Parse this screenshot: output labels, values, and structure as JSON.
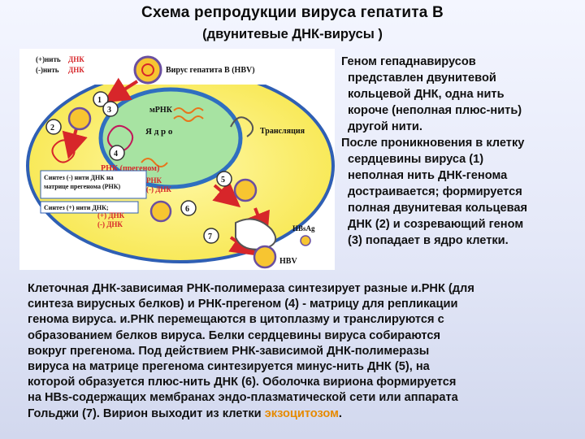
{
  "title": "Схема репродукции вируса гепатита В",
  "subtitle": "(двунитевые ДНК-вирусы )",
  "figure": {
    "plus_strand": "(+)нить",
    "minus_strand": "(-)нить",
    "dna": "ДНК",
    "virus_label": "Вирус гепатита В (HBV)",
    "mrna": "мРНК",
    "nucleus": "Я д р о",
    "translation": "Трансляция",
    "rna_pregenome": "РНК (прегеном)",
    "rna": "РНК",
    "minus_dna": "(-) ДНК",
    "synth_minus_1": "Синтез (-) нити ДНК на",
    "synth_minus_2": "матрице прегенома (РНК)",
    "synth_plus": "Синтез (+) нити ДНК;",
    "plus_dna": "(+) ДНК",
    "minus_dna2": "(-) ДНК",
    "hbsag": "HBsAg",
    "hbv": "HBV",
    "n1": "1",
    "n2": "2",
    "n3": "3",
    "n4": "4",
    "n5": "5",
    "n6": "6",
    "n7": "7"
  },
  "right_text": {
    "p1_lines": [
      "Геном гепаднавирусов",
      "представлен двунитевой",
      "кольцевой ДНК, одна нить",
      "короче (неполная плюс-нить)",
      "другой нити."
    ],
    "p2_lines": [
      "После проникновения в клетку",
      "сердцевины вируса (1)",
      "неполная нить ДНК-генома",
      "достраивается; формируется",
      "полная двунитевая кольцевая",
      "ДНК (2) и созревающий геном",
      "(3) попадает в ядро клетки."
    ]
  },
  "bottom_text": {
    "lines": [
      "Клеточная ДНК-зависимая РНК-полимераза синтезирует разные и.РНК (для",
      "синтеза вирусных белков) и РНК-прегеном (4) - матрицу для репликации",
      "генома вируса. и.РНК перемещаются в цитоплазму и транслируются с",
      "образованием белков вируса. Белки сердцевины вируса собираются",
      "вокруг прегенома.  Под действием РНК-зависимой ДНК-полимеразы",
      "вируса на матрице прегенома синтезируется минус-нить ДНК (5), на",
      "которой образуется плюс-нить ДНК (6). Оболочка вириона формируется",
      "на HBs-содержащих мембранах эндо-плазматической сети или аппарата"
    ],
    "last_line_start": "Гольджи (7). Вирион выходит из клетки  ",
    "last_line_highlight": "экзоцитозом",
    "last_line_end": ".",
    "highlight_color": "#e68a00"
  }
}
